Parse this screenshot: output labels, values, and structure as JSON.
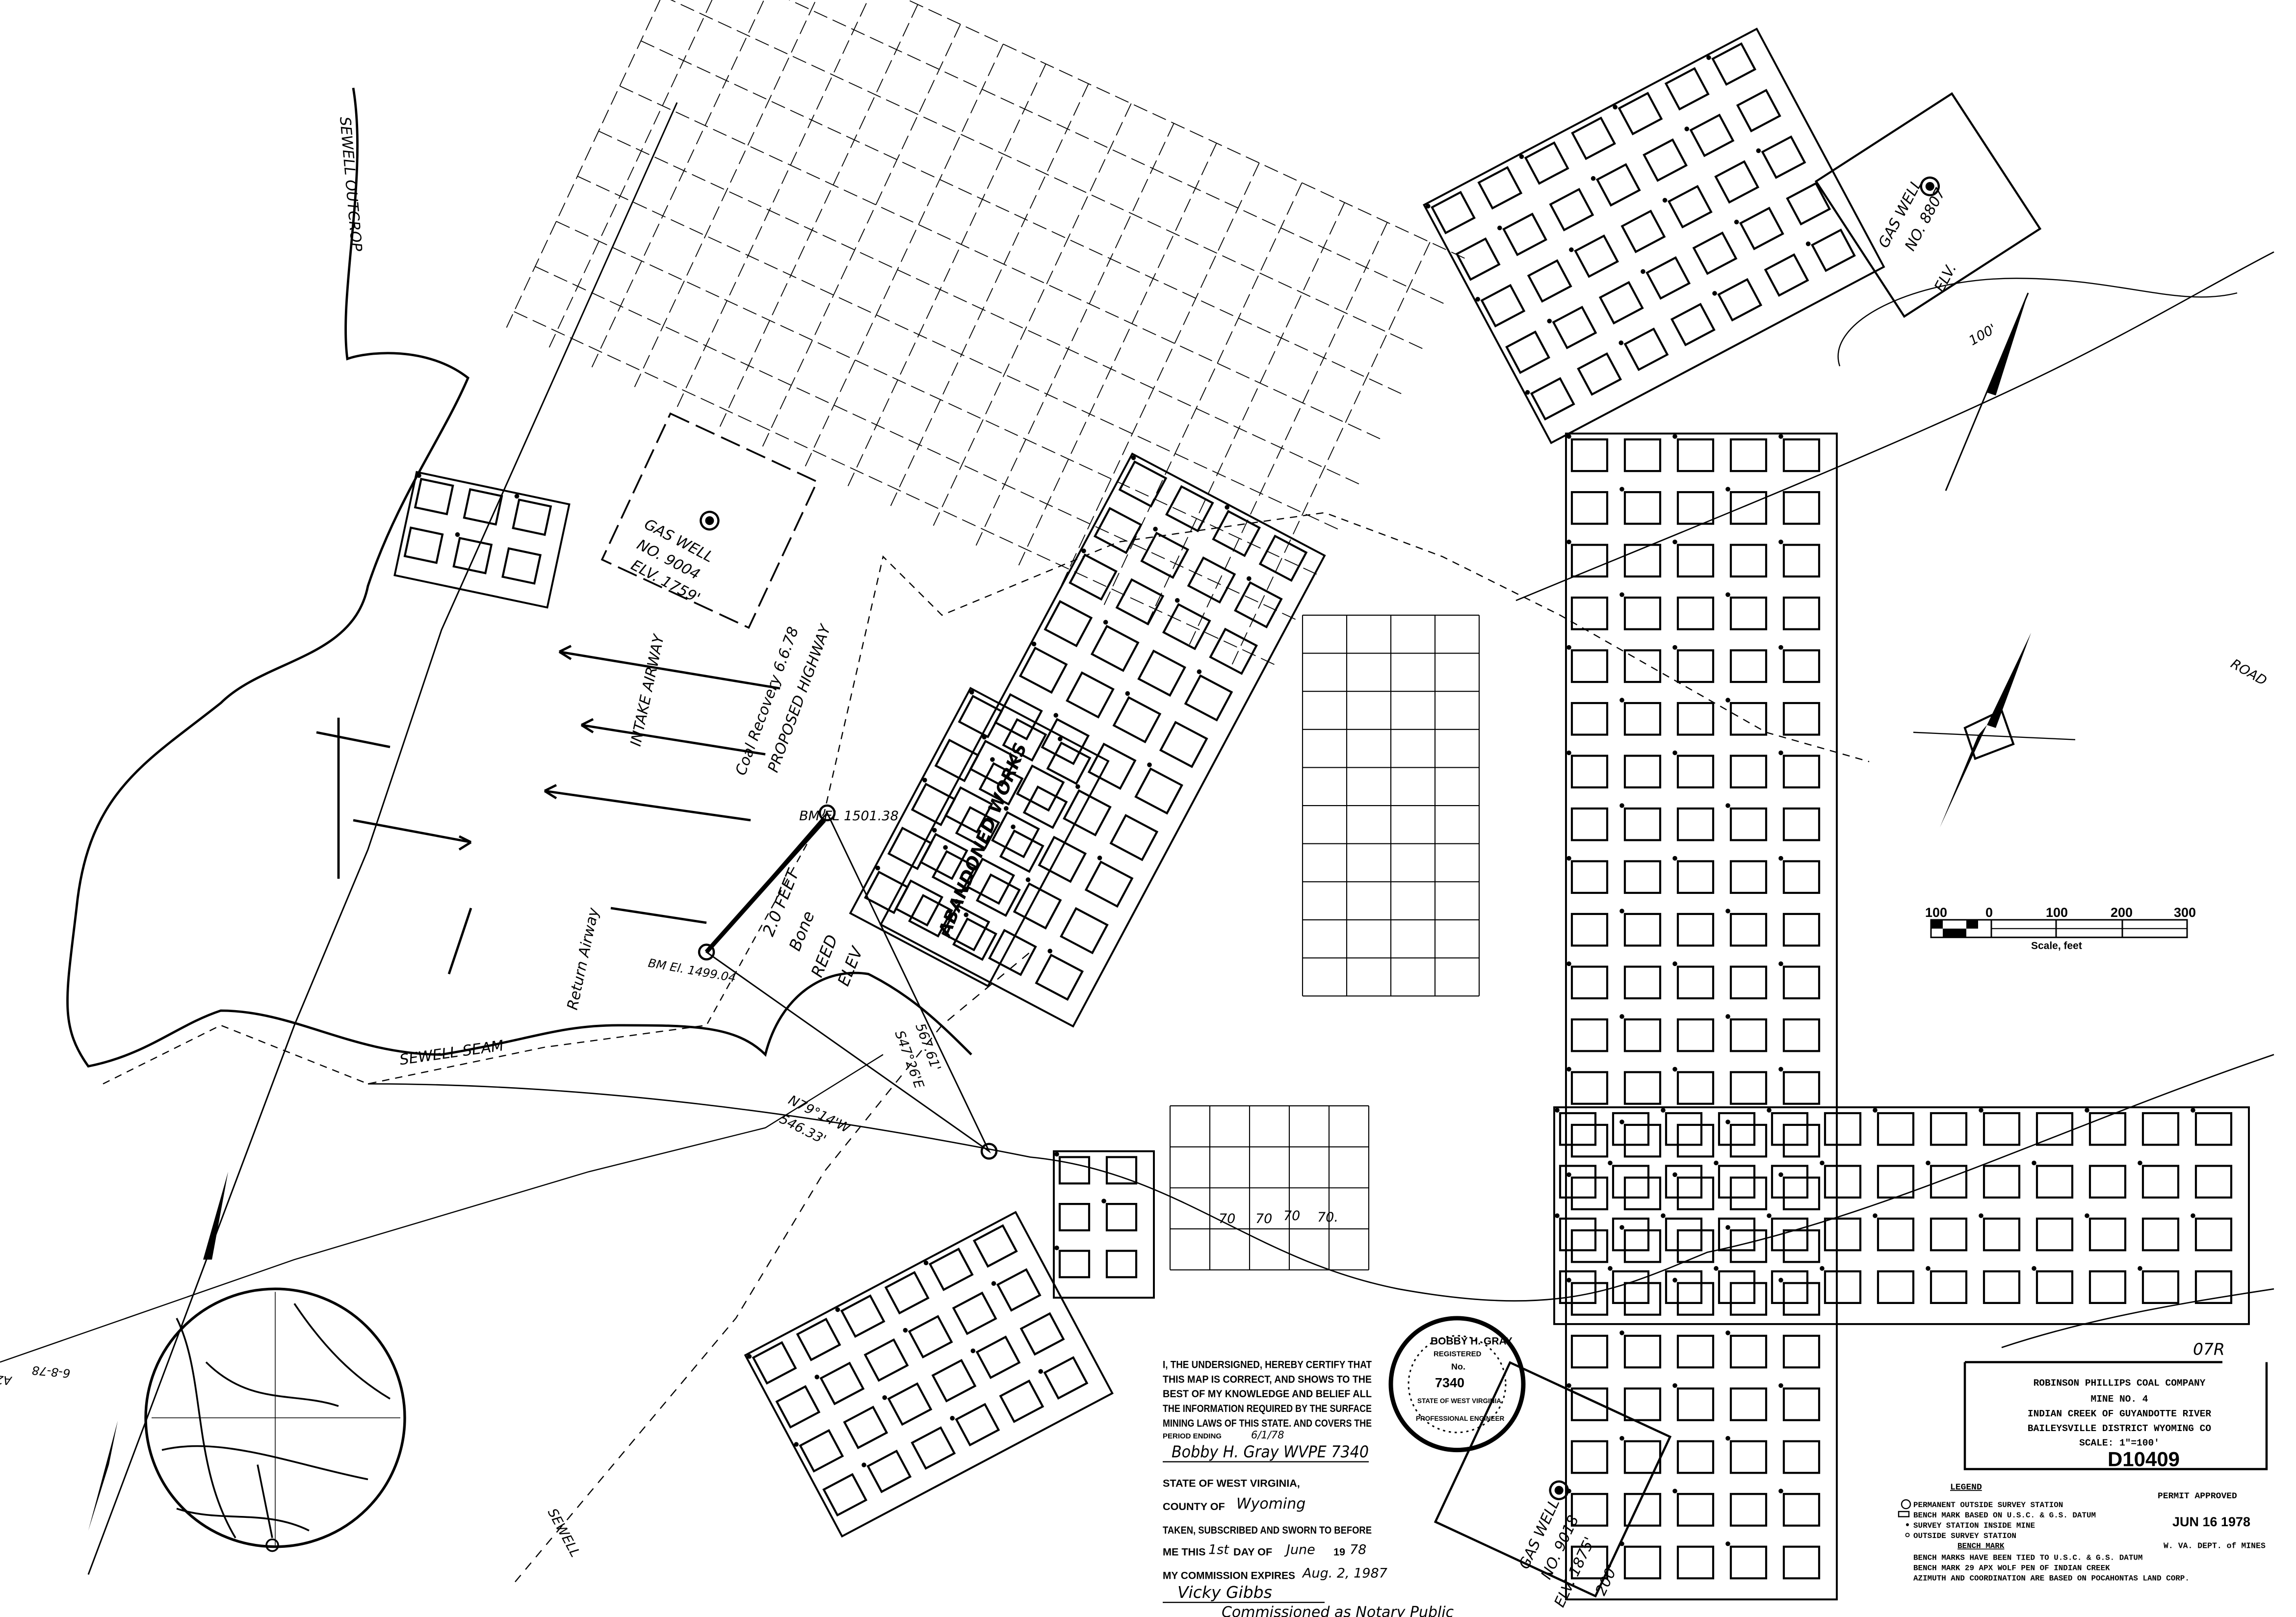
{
  "title_block": {
    "company": "ROBINSON PHILLIPS COAL COMPANY",
    "mine": "MINE NO. 4",
    "location": "INDIAN CREEK OF GUYANDOTTE RIVER",
    "district": "BAILEYSVILLE DISTRICT WYOMING CO",
    "scale": "SCALE: 1\"=100'",
    "map_number": "D10409"
  },
  "legend": {
    "heading": "LEGEND",
    "items": [
      {
        "symbol": "circle-dot",
        "label": "PERMANENT OUTSIDE SURVEY STATION"
      },
      {
        "symbol": "rectangle",
        "label": "BENCH MARK BASED ON U.S.C. & G.S. DATUM"
      },
      {
        "symbol": "dot",
        "label": "SURVEY STATION INSIDE MINE"
      },
      {
        "symbol": "small-circle",
        "label": "OUTSIDE SURVEY STATION"
      }
    ],
    "bench_heading": "BENCH MARK",
    "notes": [
      "BENCH MARKS HAVE BEEN TIED TO U.S.C. & G.S. DATUM",
      "BENCH MARK 29 APX WOLF PEN OF INDIAN CREEK",
      "AZIMUTH AND COORDINATION ARE BASED ON POCAHONTAS LAND CORP."
    ]
  },
  "permit": {
    "status": "PERMIT APPROVED",
    "date": "JUN 16 1978",
    "agency": "W. VA. DEPT. of MINES"
  },
  "certification": {
    "lines": [
      "I, THE UNDERSIGNED, HEREBY CERTIFY THAT",
      "THIS MAP IS CORRECT, AND SHOWS TO THE",
      "BEST OF MY KNOWLEDGE AND BELIEF ALL",
      "THE INFORMATION REQUIRED BY THE SURFACE",
      "MINING LAWS OF THIS STATE. AND COVERS THE",
      "PERIOD ENDING"
    ],
    "period_date": "6/1/78",
    "engineer_signature": "Bobby H. Gray WVPE 7340",
    "state": "STATE OF WEST VIRGINIA,",
    "county_label": "COUNTY OF",
    "county_value": "Wyoming",
    "sworn": "TAKEN, SUBSCRIBED AND SWORN TO BEFORE",
    "me_this": "ME THIS",
    "day_value": "1st",
    "day_of": "DAY OF",
    "month_value": "June",
    "year_prefix": "19",
    "year_value": "78",
    "commission": "MY COMMISSION EXPIRES",
    "commission_value": "Aug. 2, 1987",
    "notary_signature": "Vicky Gibbs",
    "notary_title": "Commissioned as Notary Public"
  },
  "seal": {
    "name": "BOBBY H. GRAY",
    "registered": "REGISTERED",
    "number_label": "No.",
    "number": "7340",
    "state": "STATE OF WEST VIRGINIA",
    "title": "PROFESSIONAL ENGINEER"
  },
  "scale_bar": {
    "ticks": [
      "100",
      "0",
      "100",
      "200",
      "300"
    ],
    "caption": "Scale, feet"
  },
  "map_labels": {
    "gas_well_1": [
      "GAS WELL",
      "NO. 9004",
      "ELV. 1759'"
    ],
    "gas_well_2": [
      "GAS WELL",
      "NO. 8807",
      "ELV."
    ],
    "gas_well_3": [
      "GAS WELL",
      "NO. 9018",
      "ELV. 1875'"
    ],
    "well_dim_200": "200'",
    "well_dim_100": "100'",
    "sewell_seam": "SEWELL SEAM",
    "sewell_outcrop": "SEWELL OUTCROP",
    "sewell_bottom": "SEWELL",
    "proposed_highway": "PROPOSED HIGHWAY",
    "coal_recovery": "Coal Recovery 6.6.78",
    "bench_mark_1": "BM EL 1501.38",
    "bench_mark_2": "BM El. 1499.04",
    "intake_airway": "INTAKE AIRWAY",
    "return_airway": "Return Airway",
    "seam_note": [
      "2.0 FEET",
      "Bone",
      "REED",
      "ELEV"
    ],
    "abandoned": "ABANDONED WORKS",
    "bearing_1": "N79°14'W",
    "bearing_1_dist": "546.33'",
    "bearing_2": "S47°26'E",
    "bearing_2_dist": "567.61'",
    "road": "ROAD",
    "grid_numbers": [
      "70",
      "70",
      "70",
      "70."
    ],
    "corner_note": "A2",
    "corner_date": "6-8-78",
    "initials": "07R"
  }
}
